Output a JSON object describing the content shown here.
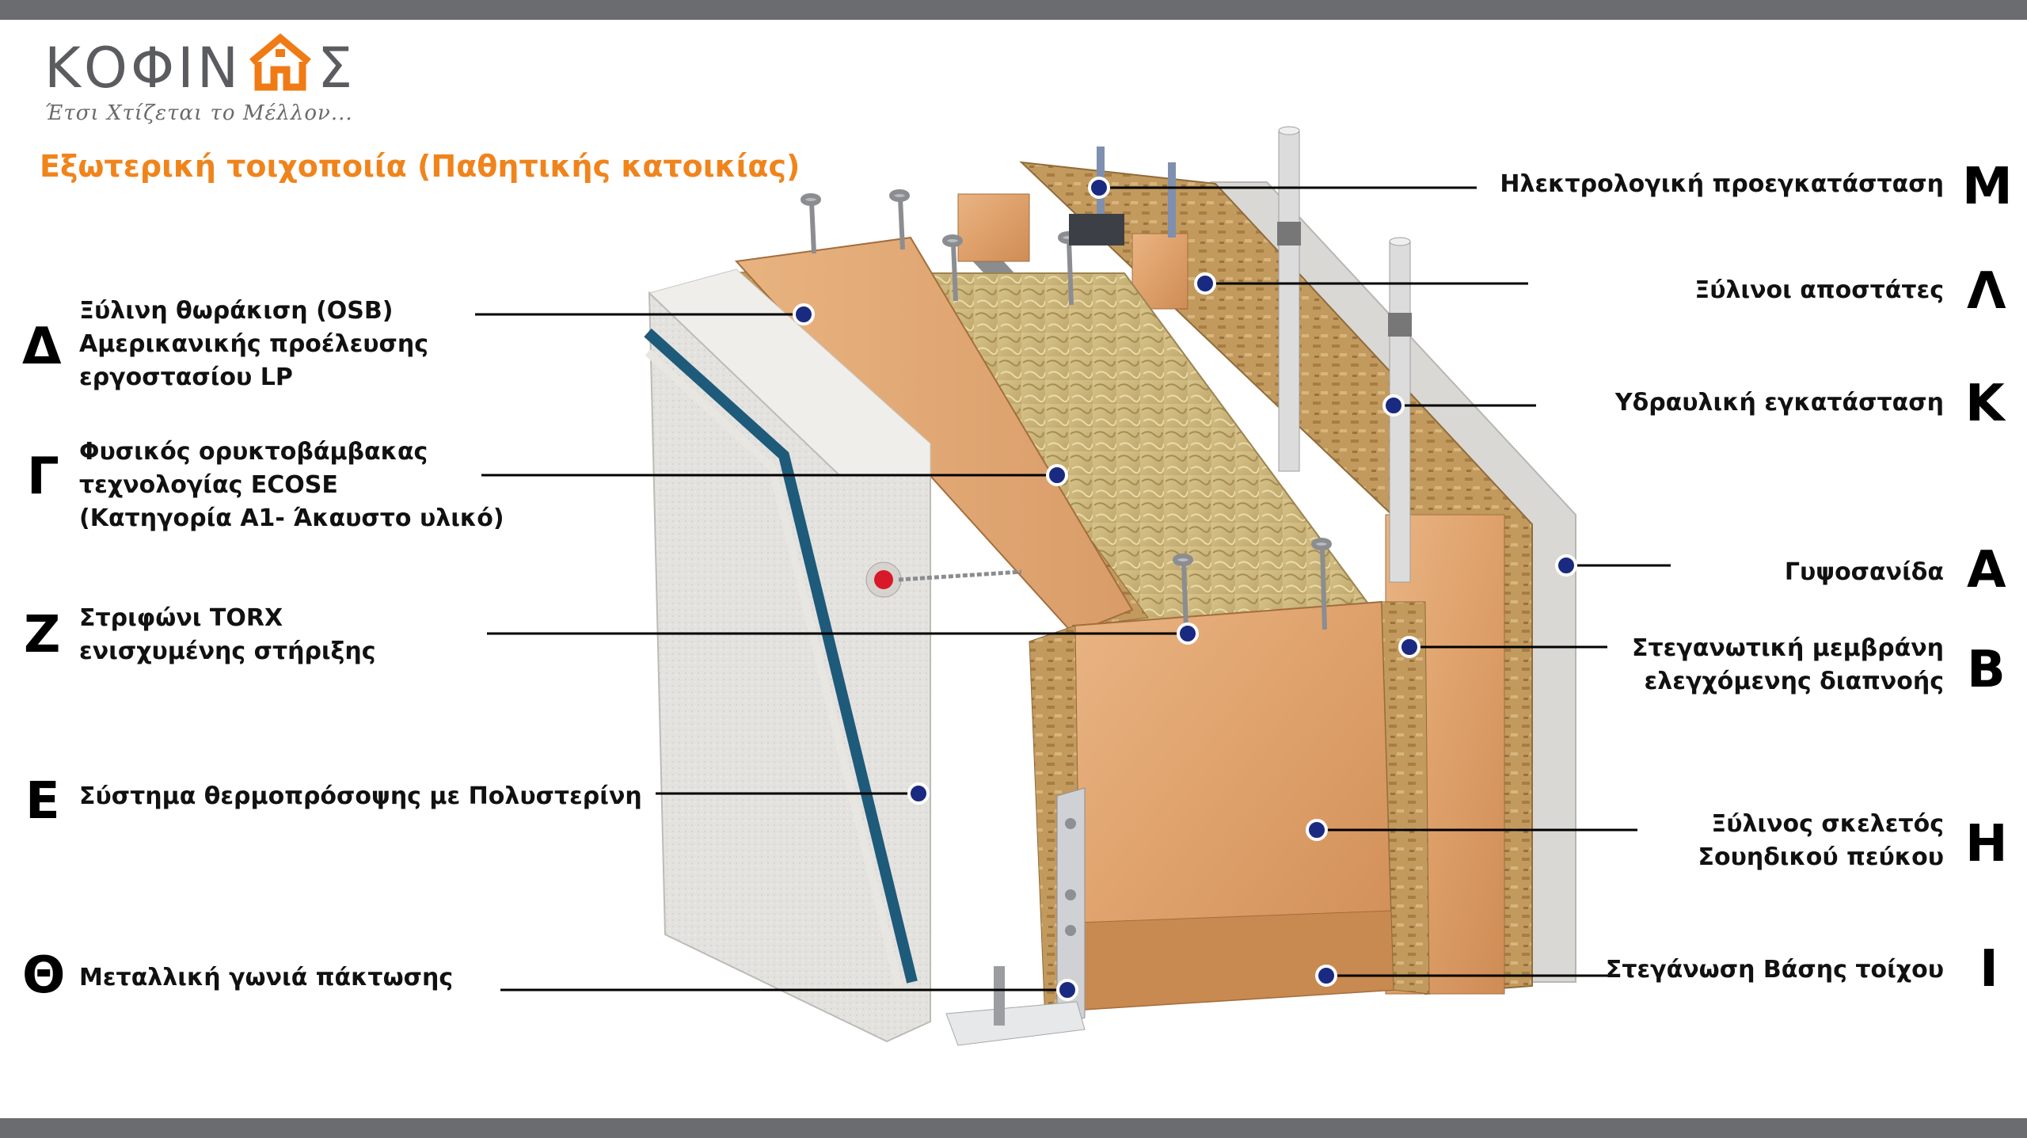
{
  "brand": {
    "name": "ΚΟΦΙΝ  Σ",
    "tagline": "Έτσι Χτίζεται το Μέλλον..."
  },
  "title": "Εξωτερική τοιχοποιία (Παθητικής κατοικίας)",
  "colors": {
    "bars": "#6b6c70",
    "title": "#f0841c",
    "marker": "#1a2a80",
    "logo_orange": "#f07a14"
  },
  "left_labels": [
    {
      "letter": "Δ",
      "lines": [
        "Ξύλινη θωράκιση (OSB)",
        "Αμερικανικής προέλευσης",
        "εργοστασίου LP"
      ]
    },
    {
      "letter": "Γ",
      "lines": [
        "Φυσικός ορυκτοβάμβακας",
        "τεχνολογίας ECOSE",
        "(Κατηγορία Α1- Άκαυστο υλικό)"
      ]
    },
    {
      "letter": "Ζ",
      "lines": [
        "Στριφώνι TORX",
        "ενισχυμένης στήριξης"
      ]
    },
    {
      "letter": "Ε",
      "lines": [
        "Σύστημα θερμοπρόσοψης  με Πολυστερίνη"
      ]
    },
    {
      "letter": "Θ",
      "lines": [
        "Μεταλλική γωνιά πάκτωσης"
      ]
    }
  ],
  "right_labels": [
    {
      "letter": "Μ",
      "lines": [
        "Ηλεκτρολογική προεγκατάσταση"
      ]
    },
    {
      "letter": "Λ",
      "lines": [
        "Ξύλινοι αποστάτες"
      ]
    },
    {
      "letter": "Κ",
      "lines": [
        "Υδραυλική εγκατάσταση"
      ]
    },
    {
      "letter": "Α",
      "lines": [
        "Γυψοσανίδα"
      ]
    },
    {
      "letter": "Β",
      "lines": [
        "Στεγανωτική μεμβράνη",
        "ελεγχόμενης διαπνοής"
      ]
    },
    {
      "letter": "Η",
      "lines": [
        "Ξύλινος σκελετός",
        "Σουηδικού πεύκου"
      ]
    },
    {
      "letter": "Ι",
      "lines": [
        "Στεγάνωση Βάσης τοίχου"
      ]
    }
  ]
}
